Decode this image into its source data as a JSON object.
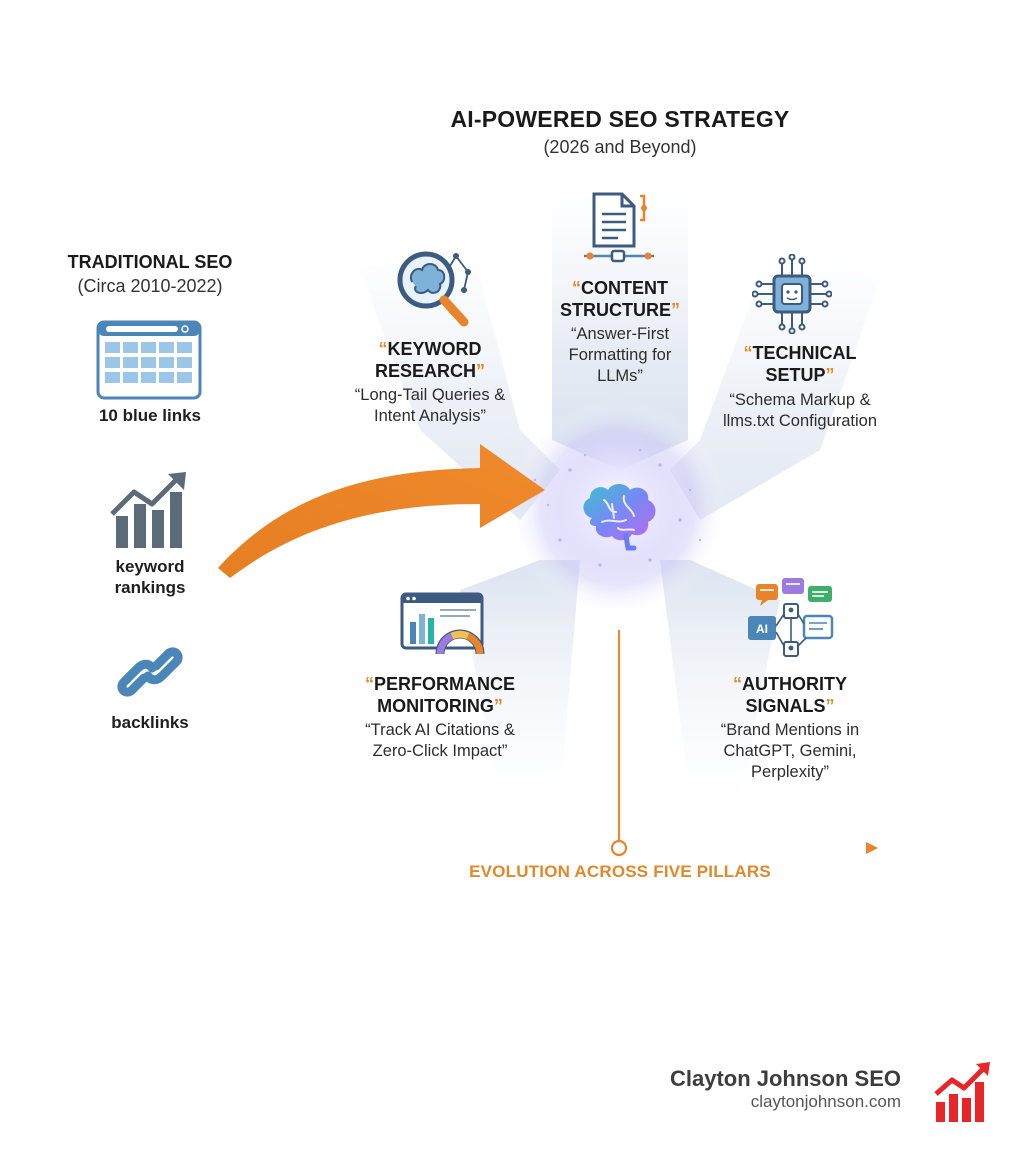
{
  "header": {
    "title": "AI-POWERED SEO STRATEGY",
    "subtitle": "(2026 and Beyond)"
  },
  "traditional": {
    "title": "TRADITIONAL SEO",
    "subtitle": "(Circa 2010-2022)",
    "items": [
      {
        "icon": "search-results-grid-icon",
        "label": "10 blue links"
      },
      {
        "icon": "bar-chart-trend-icon",
        "label": "keyword\nrankings"
      },
      {
        "icon": "chain-link-icon",
        "label": "backlinks"
      }
    ]
  },
  "pillars": {
    "keyword": {
      "icon": "brain-magnifier-icon",
      "title": "KEYWORD\nRESEARCH",
      "desc": "“Long-Tail Queries &\nIntent Analysis”"
    },
    "content": {
      "icon": "document-flow-icon",
      "title": "CONTENT\nSTRUCTURE",
      "desc": "“Answer-First\nFormatting for\nLLMs”"
    },
    "technical": {
      "icon": "circuit-chip-icon",
      "title": "TECHNICAL\nSETUP",
      "desc": "“Schema Markup &\nllms.txt Configuration"
    },
    "performance": {
      "icon": "dashboard-gauge-icon",
      "title": "PERFORMANCE\nMONITORING",
      "desc": "“Track AI Citations &\nZero-Click Impact”"
    },
    "authority": {
      "icon": "chat-bubbles-network-icon",
      "title": "AUTHORITY\nSIGNALS",
      "desc": "“Brand Mentions in\nChatGPT, Gemini,\nPerplexity”"
    }
  },
  "hub": {
    "icon": "ai-brain-icon"
  },
  "footer_axis": {
    "label": "EVOLUTION ACROSS FIVE PILLARS"
  },
  "brand": {
    "name": "Clayton Johnson SEO",
    "url": "claytonjohnson.com",
    "icon": "growth-bars-icon"
  },
  "colors": {
    "accent": "#e8842a",
    "blue": "#4a86b8",
    "glow": "#a9a4f5",
    "brand_red": "#e8262a"
  }
}
